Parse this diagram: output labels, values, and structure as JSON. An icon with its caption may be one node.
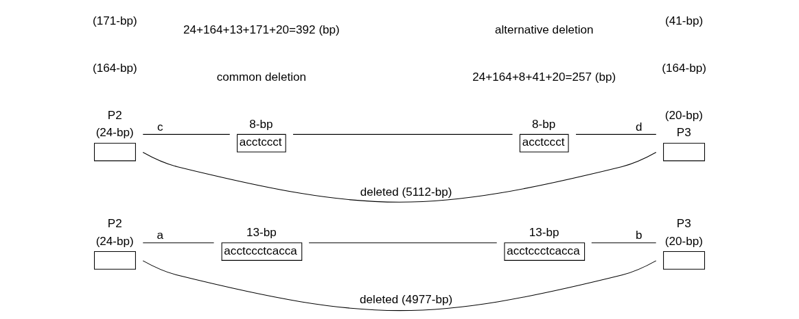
{
  "diagram": {
    "nodes": [
      {
        "text": [],
        "shape": "box",
        "beside": [
          "P2",
          "(24-bp)"
        ]
      },
      {
        "text": [
          "acctccctcacca"
        ],
        "beside": [
          "13-bp"
        ]
      },
      {
        "text": [
          "acctccctcacca"
        ],
        "beside": [
          "13-bp"
        ]
      },
      {
        "text": [],
        "shape": "box",
        "beside": [
          "P3",
          "(20-bp)"
        ]
      },
      {
        "text": [],
        "shape": "box",
        "beside": [
          "P2",
          "(24-bp)"
        ]
      },
      {
        "text": [
          "acctccct"
        ],
        "beside": [
          "8-bp"
        ]
      },
      {
        "text": [
          "acctccct"
        ],
        "beside": [
          "8-bp"
        ]
      },
      {
        "text": [],
        "shape": "box",
        "beside": [
          "(20-bp)",
          "P3"
        ]
      }
    ],
    "edges": [
      {
        "from": 0,
        "to": 1,
        "arrow": "none",
        "label": "a"
      },
      {
        "from": 1,
        "to": 2,
        "arrow": "none"
      },
      {
        "from": 2,
        "to": 3,
        "arrow": "none",
        "label": "b"
      },
      {
        "from": 3,
        "to": 0,
        "arrow": "none",
        "label": "deleted (4977-bp)"
      },
      {
        "from": 4,
        "to": 5,
        "arrow": "none",
        "label": "c"
      },
      {
        "from": 5,
        "to": 6,
        "arrow": "none"
      },
      {
        "from": 6,
        "to": 7,
        "arrow": "none",
        "label": "d"
      },
      {
        "from": 7,
        "to": 4,
        "arrow": "none",
        "label": "deleted (5112-bp)"
      }
    ],
    "labels": [
      "(164-bp)",
      "(171-bp)",
      "common deletion",
      "24+164+13+171+20=392 (bp)",
      "24+164+8+41+20=257 (bp)",
      "alternative deletion",
      "(164-bp)",
      "(41-bp)"
    ]
  }
}
